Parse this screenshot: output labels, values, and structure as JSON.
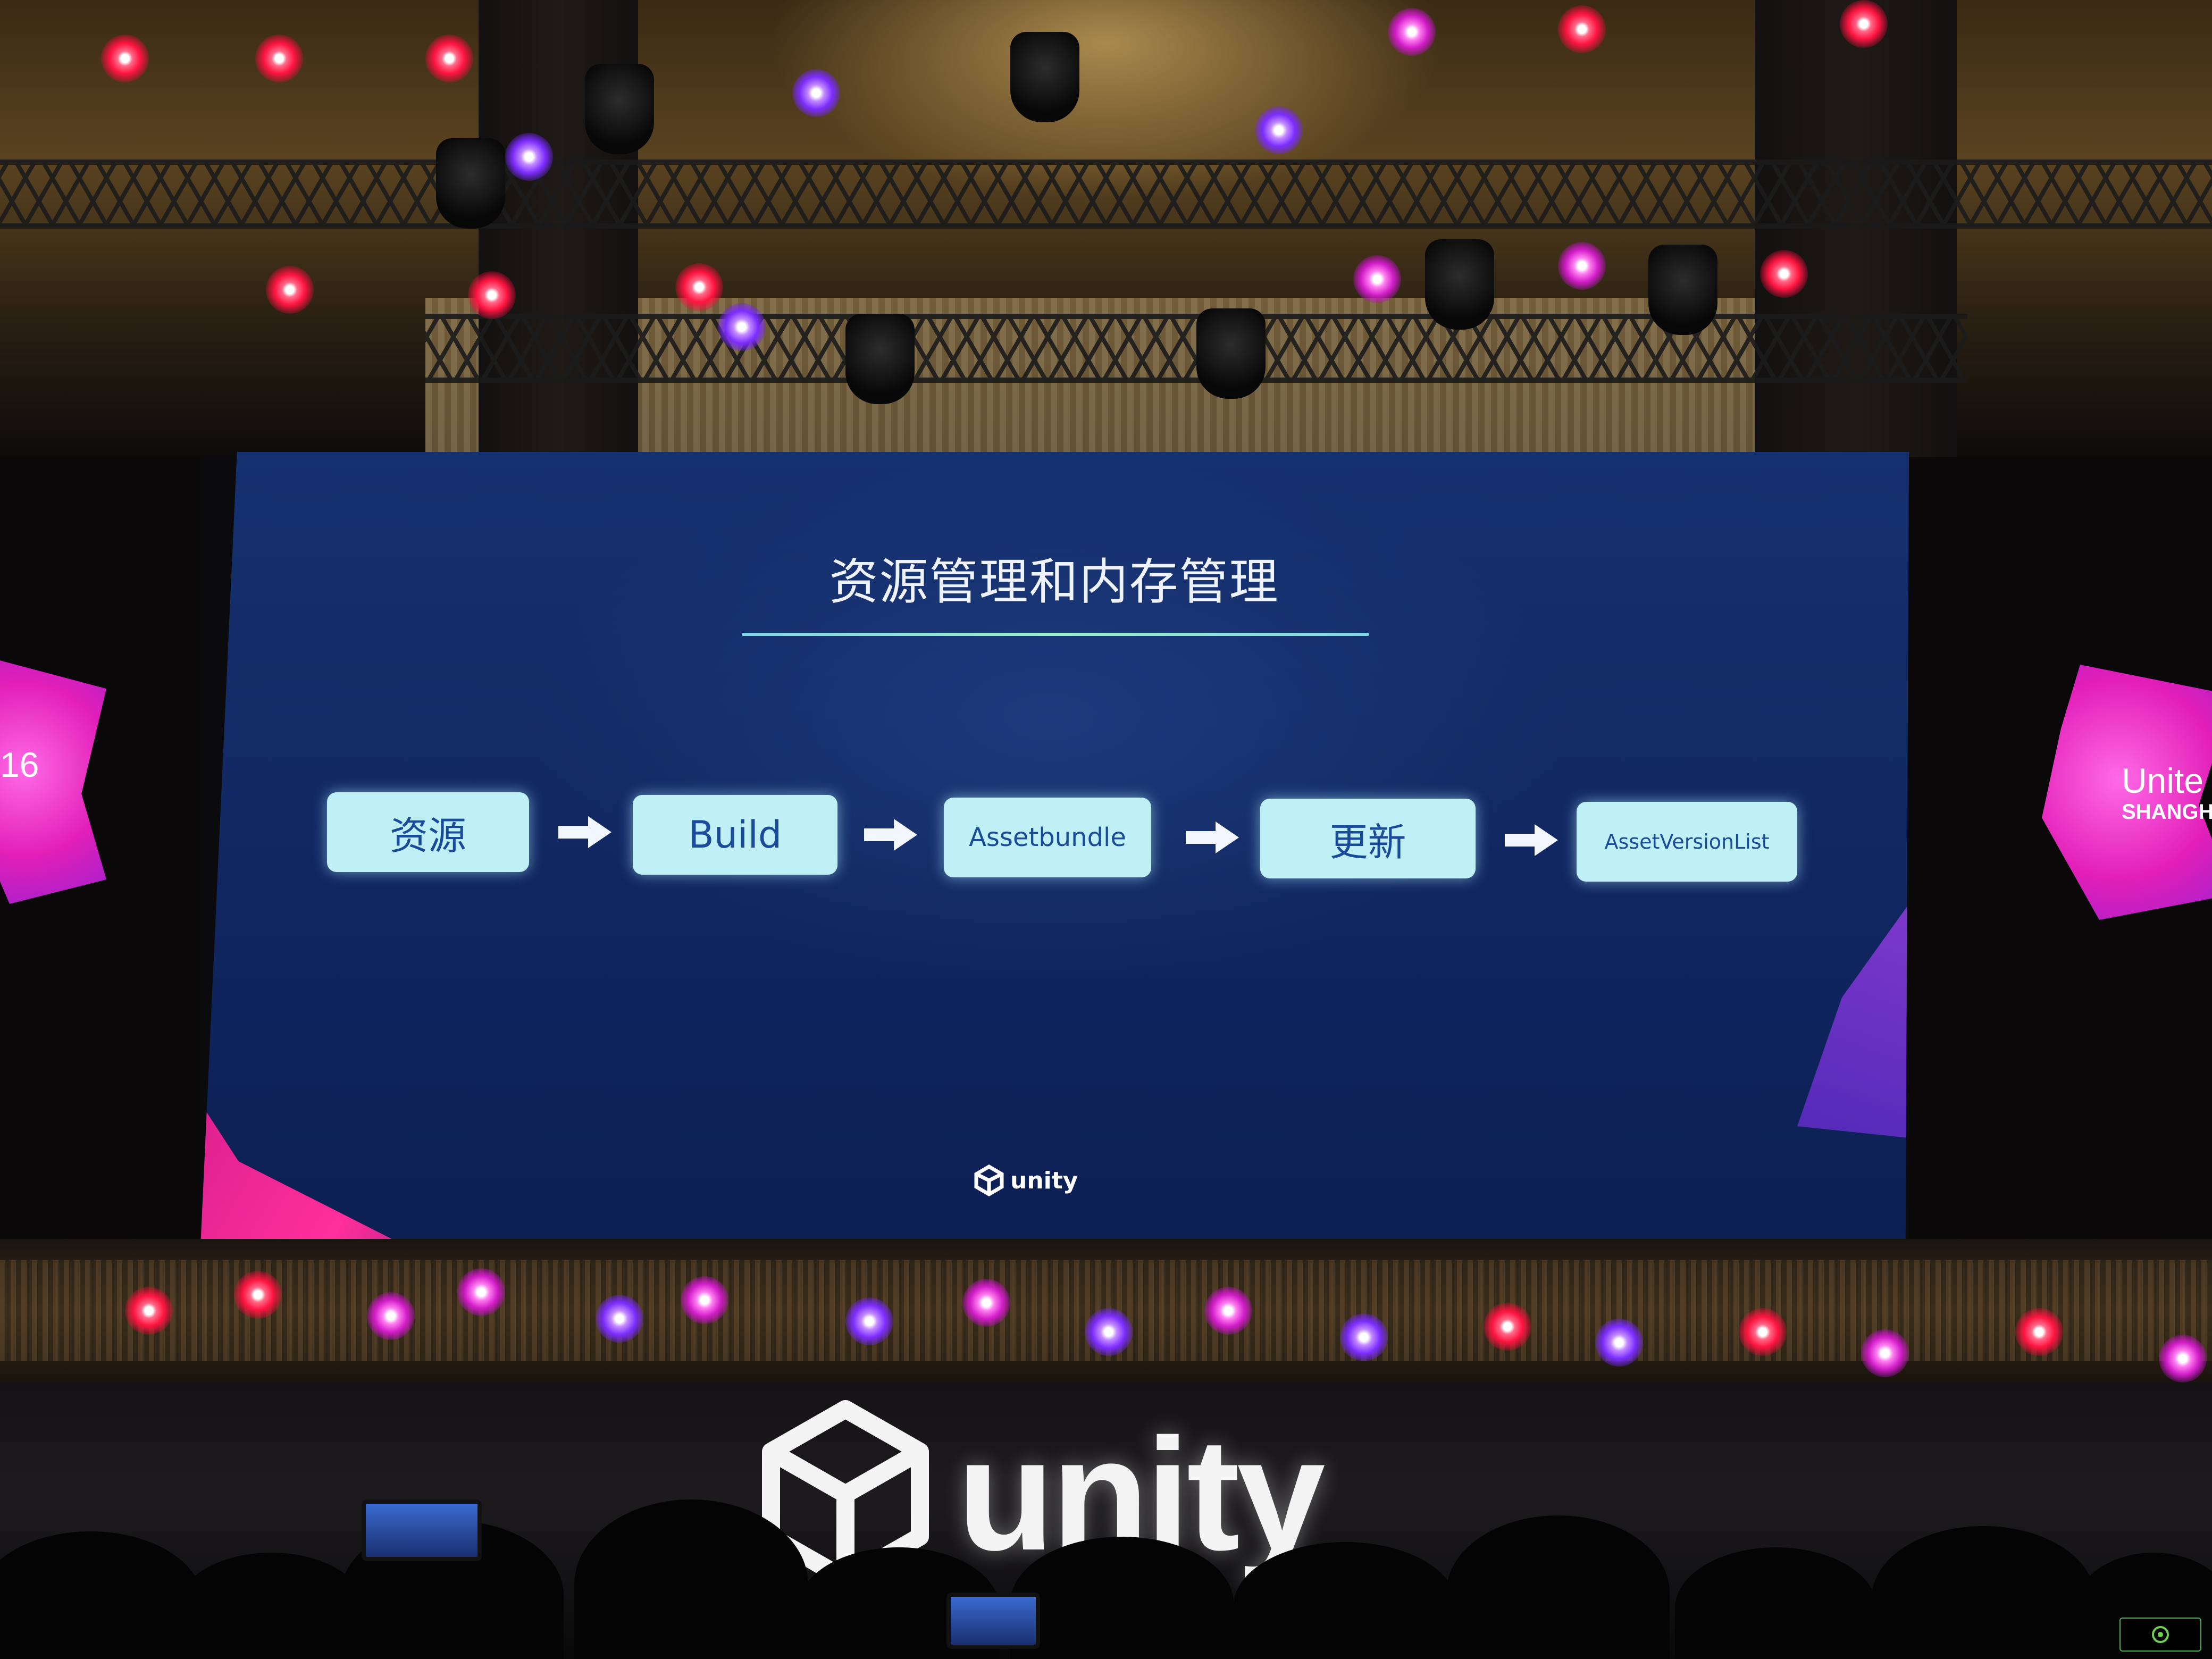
{
  "slide": {
    "title": "资源管理和内存管理",
    "flow": [
      {
        "label": "资源"
      },
      {
        "label": "Build"
      },
      {
        "label": "Assetbundle"
      },
      {
        "label": "更新"
      },
      {
        "label": "AssetVersionList"
      }
    ],
    "footer_logo": "unity"
  },
  "side_badges": {
    "left_text": "16",
    "right_text": "Unite",
    "right_subtext": "SHANGH"
  },
  "stage": {
    "logo_text": "unity"
  },
  "colors": {
    "screen_background": "#102660",
    "flow_box": "#bff0f6",
    "flow_text": "#1a4a9a",
    "accent_magenta": "#e21fb8",
    "stage_logo": "#f4f4f4"
  },
  "icons": {
    "slide_logo": "unity-cube-icon",
    "stage_logo": "unity-cube-icon",
    "flow_connector": "arrow-right-icon",
    "watermark": "site-watermark-icon"
  }
}
